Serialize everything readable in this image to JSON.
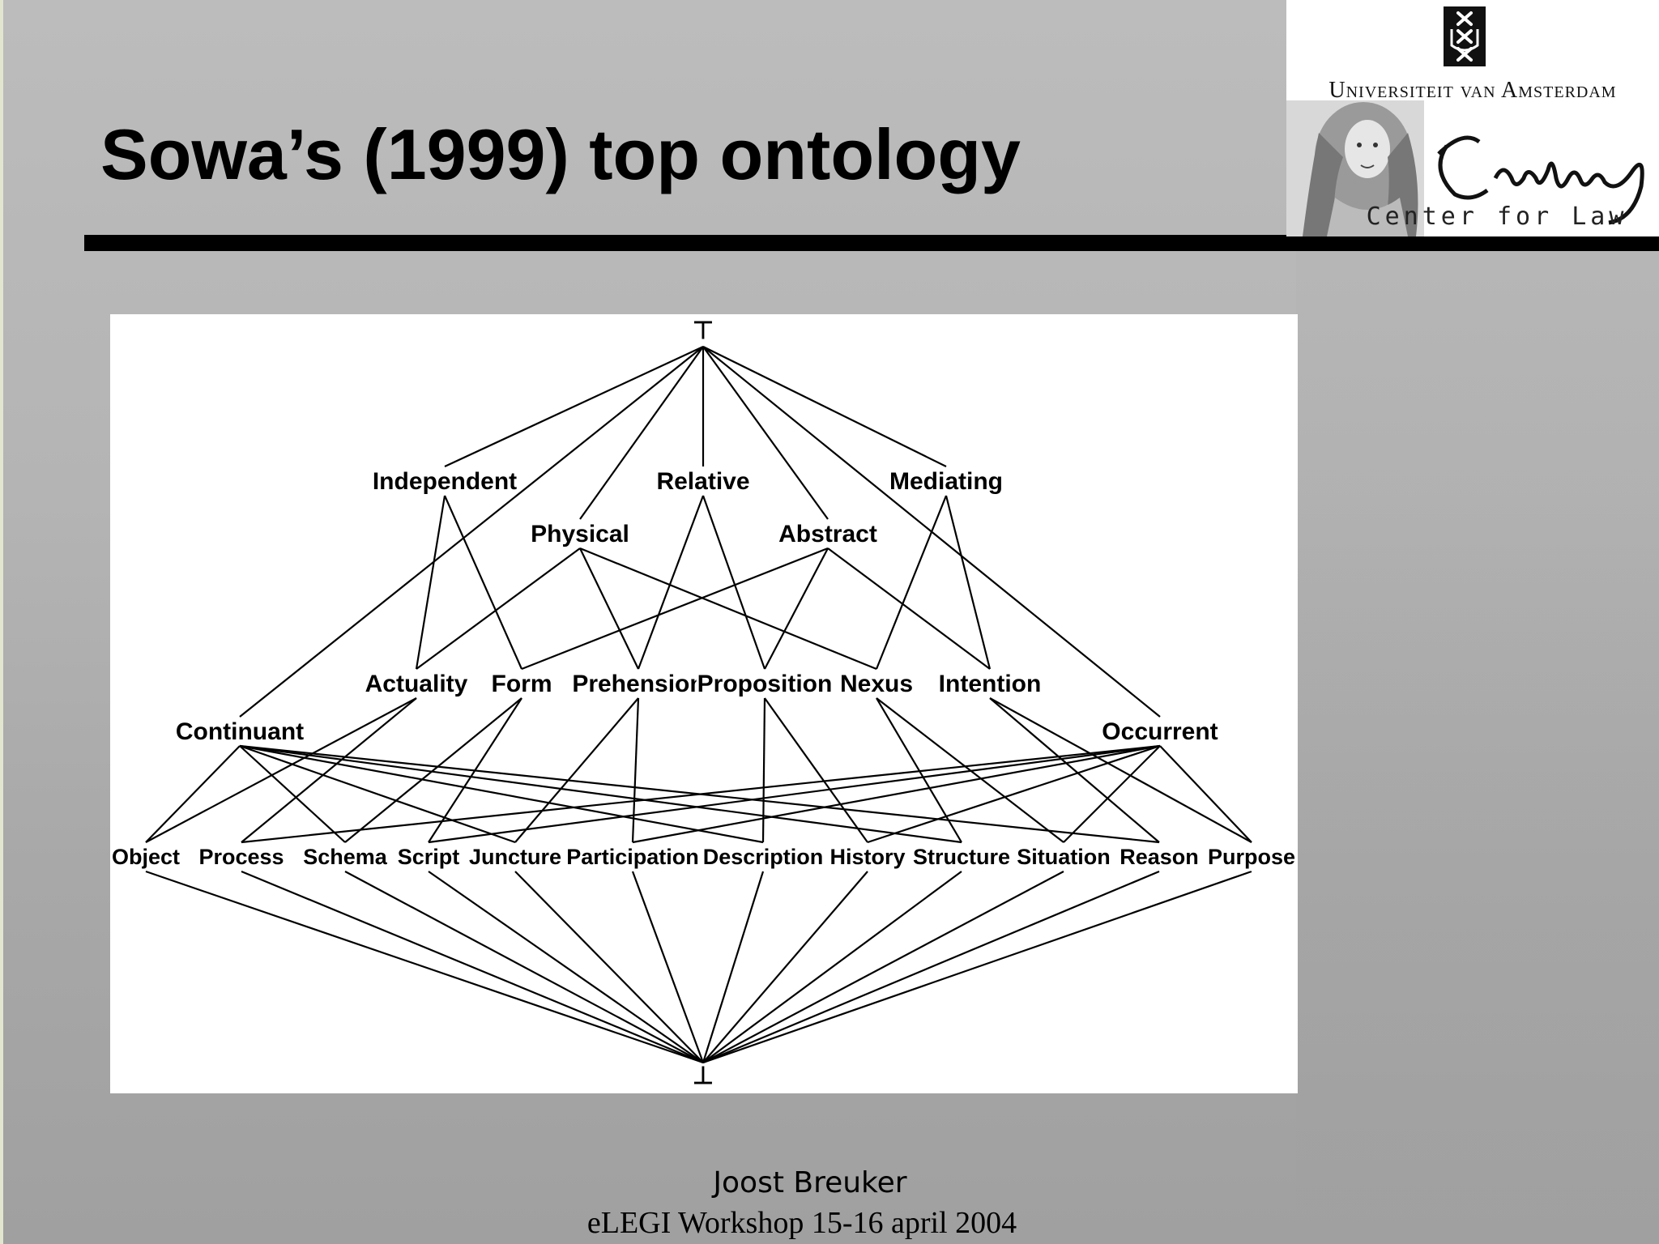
{
  "slide": {
    "title": "Sowa’s (1999) top ontology"
  },
  "logo": {
    "university": "Universiteit van Amsterdam",
    "leibniz_script": "Leibniz",
    "center": "Center for Law"
  },
  "diagram": {
    "top_symbol": "⊤",
    "bottom_symbol": "⊥",
    "level1": [
      "Independent",
      "Relative",
      "Mediating"
    ],
    "level2": [
      "Physical",
      "Abstract"
    ],
    "level3": [
      "Actuality",
      "Form",
      "Prehension",
      "Proposition",
      "Nexus",
      "Intention"
    ],
    "level3b": [
      "Continuant",
      "Occurrent"
    ],
    "leaves": [
      "Object",
      "Process",
      "Schema",
      "Script",
      "Juncture",
      "Participation",
      "Description",
      "History",
      "Structure",
      "Situation",
      "Reason",
      "Purpose"
    ],
    "edges": [
      [
        "⊤",
        "Independent"
      ],
      [
        "⊤",
        "Relative"
      ],
      [
        "⊤",
        "Mediating"
      ],
      [
        "⊤",
        "Physical"
      ],
      [
        "⊤",
        "Abstract"
      ],
      [
        "⊤",
        "Continuant"
      ],
      [
        "⊤",
        "Occurrent"
      ],
      [
        "Independent",
        "Actuality"
      ],
      [
        "Independent",
        "Form"
      ],
      [
        "Relative",
        "Prehension"
      ],
      [
        "Relative",
        "Proposition"
      ],
      [
        "Mediating",
        "Nexus"
      ],
      [
        "Mediating",
        "Intention"
      ],
      [
        "Physical",
        "Actuality"
      ],
      [
        "Physical",
        "Prehension"
      ],
      [
        "Physical",
        "Nexus"
      ],
      [
        "Abstract",
        "Form"
      ],
      [
        "Abstract",
        "Proposition"
      ],
      [
        "Abstract",
        "Intention"
      ],
      [
        "Actuality",
        "Object"
      ],
      [
        "Actuality",
        "Process"
      ],
      [
        "Form",
        "Schema"
      ],
      [
        "Form",
        "Script"
      ],
      [
        "Prehension",
        "Juncture"
      ],
      [
        "Prehension",
        "Participation"
      ],
      [
        "Proposition",
        "Description"
      ],
      [
        "Proposition",
        "History"
      ],
      [
        "Nexus",
        "Structure"
      ],
      [
        "Nexus",
        "Situation"
      ],
      [
        "Intention",
        "Reason"
      ],
      [
        "Intention",
        "Purpose"
      ],
      [
        "Continuant",
        "Object"
      ],
      [
        "Continuant",
        "Schema"
      ],
      [
        "Continuant",
        "Juncture"
      ],
      [
        "Continuant",
        "Description"
      ],
      [
        "Continuant",
        "Structure"
      ],
      [
        "Continuant",
        "Reason"
      ],
      [
        "Occurrent",
        "Process"
      ],
      [
        "Occurrent",
        "Script"
      ],
      [
        "Occurrent",
        "Participation"
      ],
      [
        "Occurrent",
        "History"
      ],
      [
        "Occurrent",
        "Situation"
      ],
      [
        "Occurrent",
        "Purpose"
      ],
      [
        "Object",
        "⊥"
      ],
      [
        "Process",
        "⊥"
      ],
      [
        "Schema",
        "⊥"
      ],
      [
        "Script",
        "⊥"
      ],
      [
        "Juncture",
        "⊥"
      ],
      [
        "Participation",
        "⊥"
      ],
      [
        "Description",
        "⊥"
      ],
      [
        "History",
        "⊥"
      ],
      [
        "Structure",
        "⊥"
      ],
      [
        "Situation",
        "⊥"
      ],
      [
        "Reason",
        "⊥"
      ],
      [
        "Purpose",
        "⊥"
      ]
    ]
  },
  "footer": {
    "presenter": "Joost Breuker",
    "event": "eLEGI Workshop 15-16 april 2004"
  }
}
